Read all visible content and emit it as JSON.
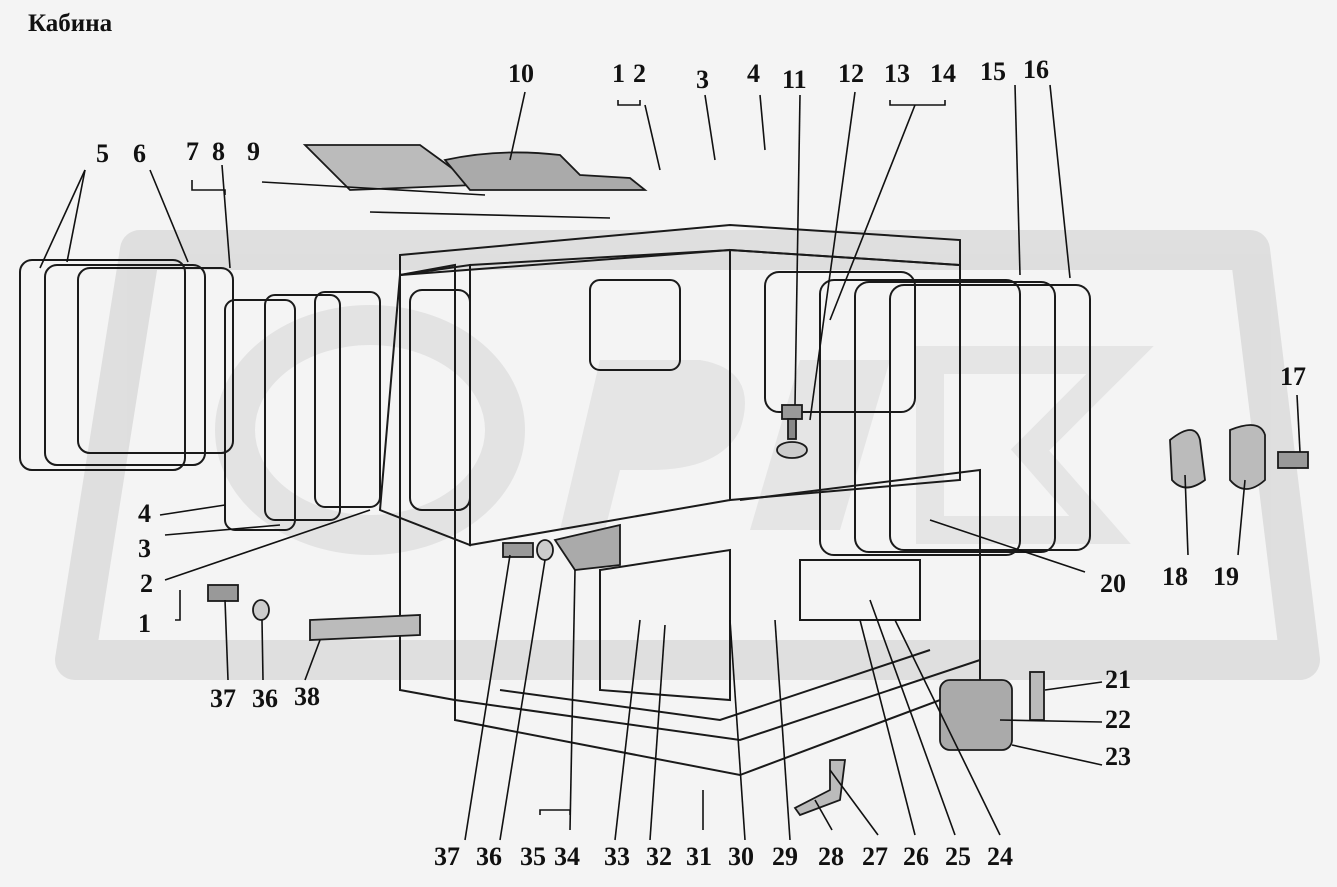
{
  "title": "Кабина",
  "callouts": [
    "1",
    "2",
    "3",
    "4",
    "5",
    "6",
    "7",
    "8",
    "9",
    "10",
    "11",
    "12",
    "13",
    "14",
    "15",
    "16",
    "17",
    "18",
    "19",
    "20",
    "21",
    "22",
    "23",
    "24",
    "25",
    "26",
    "27",
    "28",
    "29",
    "30",
    "31",
    "32",
    "33",
    "34",
    "35",
    "36",
    "37",
    "38"
  ],
  "colors": {
    "background": "#f4f4f4",
    "ink": "#111111",
    "watermark": "#cfcfcf"
  }
}
